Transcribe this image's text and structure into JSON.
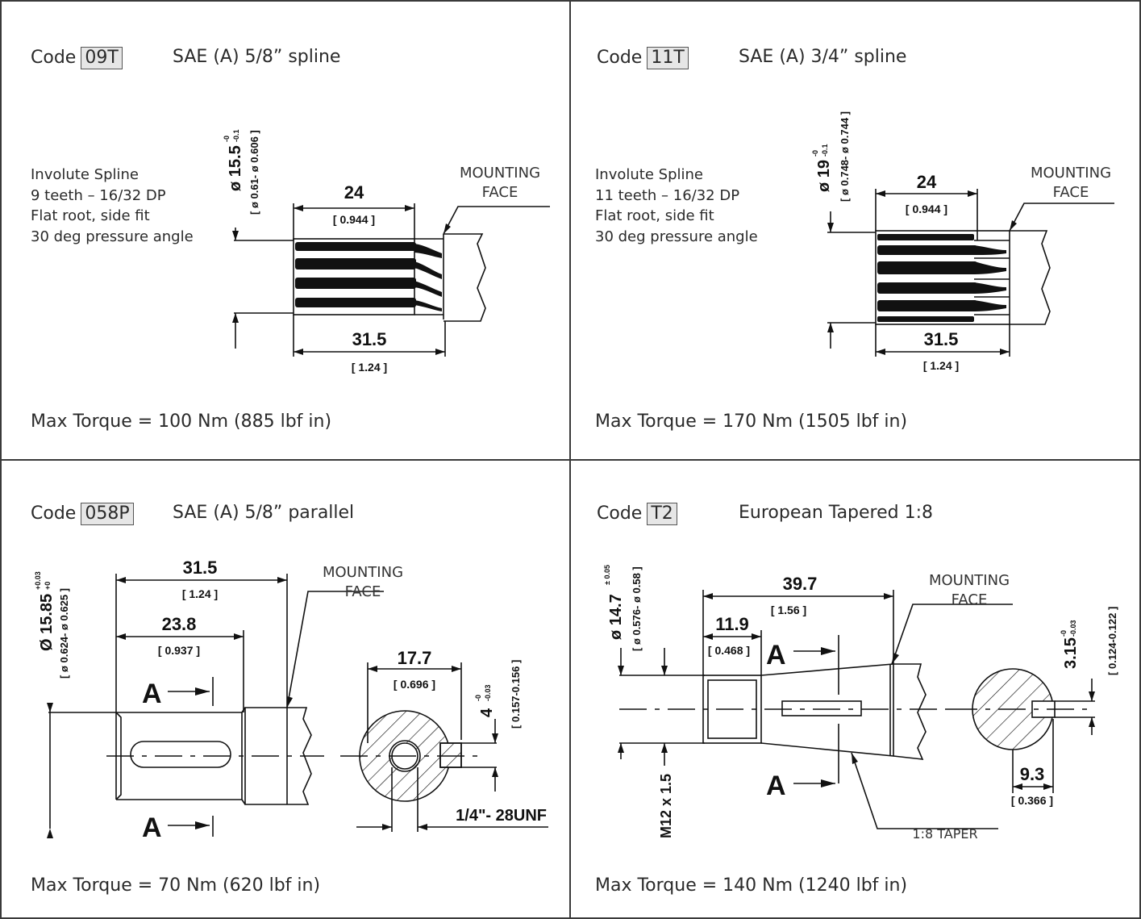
{
  "code_word": "Code",
  "panels": [
    {
      "code": "09T",
      "description": "SAE (A) 5/8” spline",
      "spec_lines": [
        "Involute Spline",
        "9 teeth – 16/32 DP",
        "Flat root, side fit",
        "30 deg pressure angle"
      ],
      "dims": {
        "dia": "ø 15.5",
        "tol_upper": "-0",
        "tol_lower": "-0.1",
        "dia_in": "[ ø 0.61- ø 0.606 ]",
        "len1": "24",
        "len1_in": "[ 0.944 ]",
        "len2": "31.5",
        "len2_in": "[ 1.24 ]"
      },
      "mounting": [
        "MOUNTING",
        "FACE"
      ],
      "torque": "Max Torque = 100 Nm (885 lbf in)"
    },
    {
      "code": "11T",
      "description": "SAE (A) 3/4” spline",
      "spec_lines": [
        "Involute Spline",
        "11 teeth – 16/32 DP",
        "Flat root, side fit",
        "30 deg pressure angle"
      ],
      "dims": {
        "dia": "ø 19",
        "tol_upper": "-0",
        "tol_lower": "-0.1",
        "dia_in": "[ ø 0.748- ø 0.744 ]",
        "len1": "24",
        "len1_in": "[ 0.944 ]",
        "len2": "31.5",
        "len2_in": "[ 1.24 ]"
      },
      "mounting": [
        "MOUNTING",
        "FACE"
      ],
      "torque": "Max Torque = 170 Nm (1505 lbf in)"
    },
    {
      "code": "058P",
      "description": "SAE (A) 5/8” parallel",
      "dims": {
        "dia": "Ø 15.85",
        "tol_upper": "+0.03",
        "tol_lower": "+0",
        "dia_in": "[ ø 0.624- ø 0.625 ]",
        "len1": "31.5",
        "len1_in": "[ 1.24 ]",
        "len2": "23.8",
        "len2_in": "[ 0.937 ]",
        "section": "A",
        "width": "17.7",
        "width_in": "[ 0.696 ]",
        "key": "4",
        "key_tol_upper": "-0",
        "key_tol_lower": "-0.03",
        "key_in": "[ 0.157-0.156 ]",
        "thread": "1/4\"- 28UNF"
      },
      "mounting": [
        "MOUNTING",
        "FACE"
      ],
      "torque": "Max Torque = 70 Nm (620 lbf in)"
    },
    {
      "code": "T2",
      "description": "European Tapered 1:8",
      "dims": {
        "dia": "ø 14.7",
        "tol": "± 0.05",
        "dia_in": "[ ø 0.576- ø 0.58 ]",
        "len1": "39.7",
        "len1_in": "[ 1.56 ]",
        "len2": "11.9",
        "len2_in": "[ 0.468 ]",
        "section": "A",
        "thread": "M12 x 1.5",
        "taper": "1:8 TAPER",
        "key": "3.15",
        "key_tol_upper": "-0",
        "key_tol_lower": "-0.03",
        "key_in": "[ 0.124-0.122 ]",
        "offset": "9.3",
        "offset_in": "[ 0.366 ]"
      },
      "mounting": [
        "MOUNTING",
        "FACE"
      ],
      "torque": "Max Torque = 140 Nm (1240 lbf in)"
    }
  ]
}
